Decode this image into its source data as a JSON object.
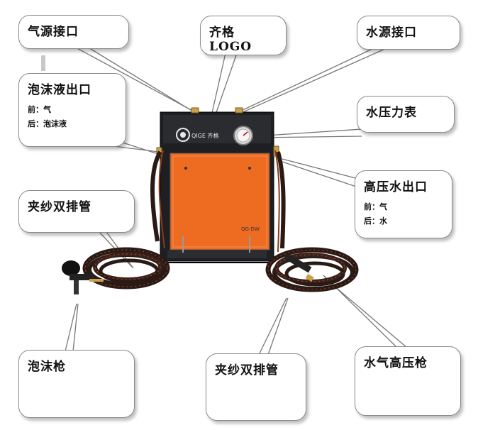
{
  "callouts": {
    "air_inlet": {
      "title": "气源接口"
    },
    "logo": {
      "title": "齐格 LOGO"
    },
    "water_inlet": {
      "title": "水源接口"
    },
    "foam_outlet": {
      "title": "泡沫液出口",
      "front": "前：气",
      "back": "后：泡沫液"
    },
    "pressure_gauge": {
      "title": "水压力表"
    },
    "hp_water_outlet": {
      "title": "高压水出口",
      "front": "前：气",
      "back": "后：水"
    },
    "hose_left": {
      "title": "夹纱双排管"
    },
    "foam_gun": {
      "title": "泡沫枪"
    },
    "hose_bottom": {
      "title": "夹纱双排管"
    },
    "hp_gun": {
      "title": "水气高压枪"
    }
  },
  "machine": {
    "brand_text": "QIGE 齐格",
    "model_text": "QG-DW",
    "colors": {
      "body": "#1e1f22",
      "panel": "#ee6b22",
      "hose": "#2a1a16",
      "hose_accent": "#b5451c"
    }
  }
}
